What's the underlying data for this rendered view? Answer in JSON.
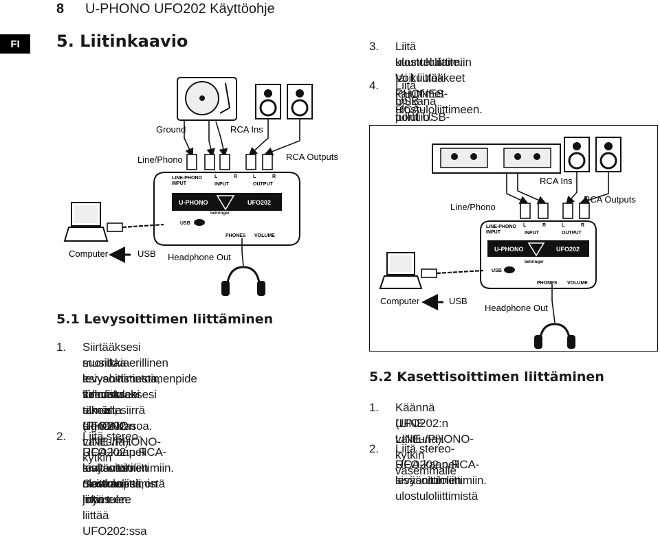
{
  "header": {
    "page_number": "8",
    "title": "U-PHONO UFO202 Käyttöohje",
    "lang": "FI"
  },
  "section5": {
    "title": "5. Liitinkaavio"
  },
  "right_list": [
    {
      "n": "3.",
      "lines": [
        "Liitä kuuntelulaite. Voit liittää kaiuttimet RCA-",
        "ulostuloliittimiin tai kuulokkeet PHONES-ulostuloliittimeen."
      ]
    },
    {
      "n": "4.",
      "lines": [
        "Liitä mukana tullut USB-kaapeli tietokoneesi vapaaseen",
        "USB-porttiin."
      ]
    }
  ],
  "diagram1": {
    "labels": {
      "ground": "Ground",
      "rca_ins": "RCA Ins",
      "line_phono": "Line/Phono",
      "rca_outputs": "RCA Outputs",
      "computer": "Computer",
      "usb": "USB",
      "headphone_out": "Headphone Out"
    },
    "device": {
      "linephono": "LINE-PHONO",
      "input_small": "INPUT",
      "input": "INPUT",
      "output": "OUTPUT",
      "l": "L",
      "r": "R",
      "brand1": "U-PHONO",
      "model": "UFO202",
      "brand2": "behringer",
      "usb": "USB",
      "phones": "PHONES",
      "volume": "VOLUME"
    }
  },
  "diagram2": {
    "labels": {
      "rca_ins": "RCA Ins",
      "line_phono": "Line/Phono",
      "rca_outputs": "RCA Outputs",
      "computer": "Computer",
      "usb": "USB",
      "headphone_out": "Headphone Out"
    }
  },
  "section51": {
    "title": "5.1 Levysoittimen liittäminen",
    "items": [
      {
        "n": "1.",
        "lines": [
          "Siirtääksesi musiikkia levysoittimesta, sinun tulee",
          "suorittaa erillinen esivahvistintoimenpide voimistaaksesi",
          "levysoittimesta tulevaa alhaista signaalitasoa.",
          "Tehdäksesi tämän, siirrä UFO202:n LINE-/PHONO-kytkin",
          "oikealle (PHONO valittuna)."
        ]
      },
      {
        "n": "2.",
        "lines": [
          "Liitä stereo-RCA-kaapeli levysoittimen ulostuloliittimistä",
          "UFO202:n RCA-sisääntuloliittimiin. Soittimessa on myös",
          "luultavasti maakaapeli, joka tulee liittää UFO202:ssa",
          "olevaan liittimeen."
        ]
      }
    ]
  },
  "section52": {
    "title": "5.2 Kasettisoittimen liittäminen",
    "items": [
      {
        "n": "1.",
        "lines": [
          "Käännä UFO202:n LINE-/PHONO-kytkin vasemmalle",
          "(LINE valittuna)."
        ]
      },
      {
        "n": "2.",
        "lines": [
          "Liitä stereo-RCA-kaapeli levysoittimen ulostuloliittimistä",
          "UFO202.n RCA-sisääntuloliittimiin."
        ]
      }
    ]
  }
}
